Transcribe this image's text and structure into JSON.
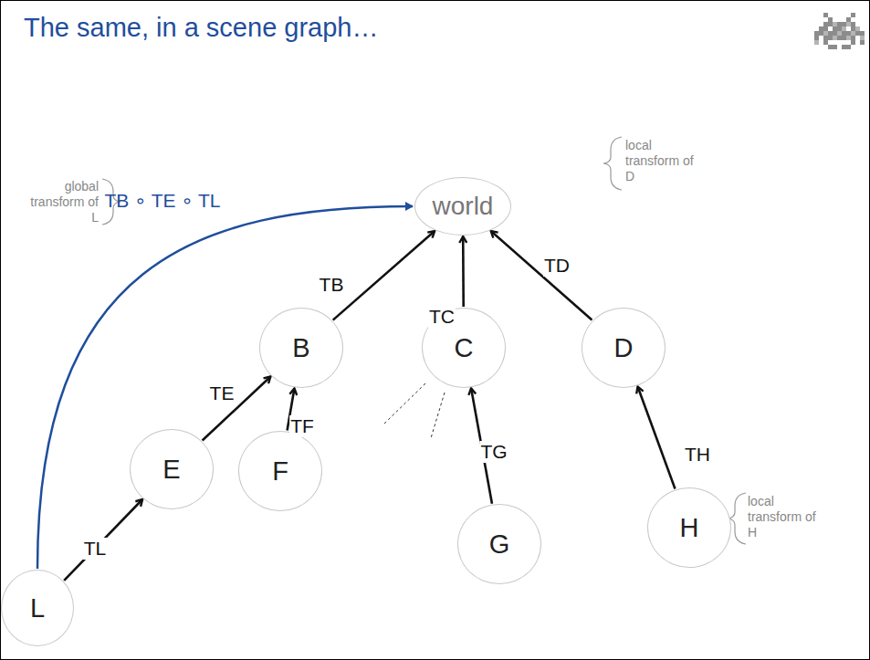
{
  "diagram": {
    "title": "The same, in a scene graph…",
    "nodes": [
      {
        "text": [
          "world"
        ]
      },
      {
        "text": [
          "B"
        ]
      },
      {
        "text": [
          "C"
        ]
      },
      {
        "text": [
          "D"
        ]
      },
      {
        "text": [
          "E"
        ]
      },
      {
        "text": [
          "F"
        ]
      },
      {
        "text": [
          "G"
        ]
      },
      {
        "text": [
          "H"
        ]
      },
      {
        "text": [
          "L"
        ]
      }
    ],
    "edges": [
      {
        "from": 1,
        "to": 0,
        "label": "TB",
        "arrow": "to"
      },
      {
        "from": 2,
        "to": 0,
        "label": "TC",
        "arrow": "to"
      },
      {
        "from": 3,
        "to": 0,
        "label": "TD",
        "arrow": "to"
      },
      {
        "from": 4,
        "to": 1,
        "label": "TE",
        "arrow": "to"
      },
      {
        "from": 5,
        "to": 1,
        "label": "TF",
        "arrow": "to"
      },
      {
        "from": 6,
        "to": 2,
        "label": "TG",
        "arrow": "to"
      },
      {
        "from": 7,
        "to": 3,
        "label": "TH",
        "arrow": "to"
      },
      {
        "from": 8,
        "to": 4,
        "label": "TL",
        "arrow": "to"
      },
      {
        "from": 8,
        "to": 0,
        "label": "TB ∘ TE ∘ TL",
        "arrow": "to"
      }
    ],
    "labels": [
      "global transform of L",
      "local transform of D",
      "local transform of H"
    ]
  }
}
